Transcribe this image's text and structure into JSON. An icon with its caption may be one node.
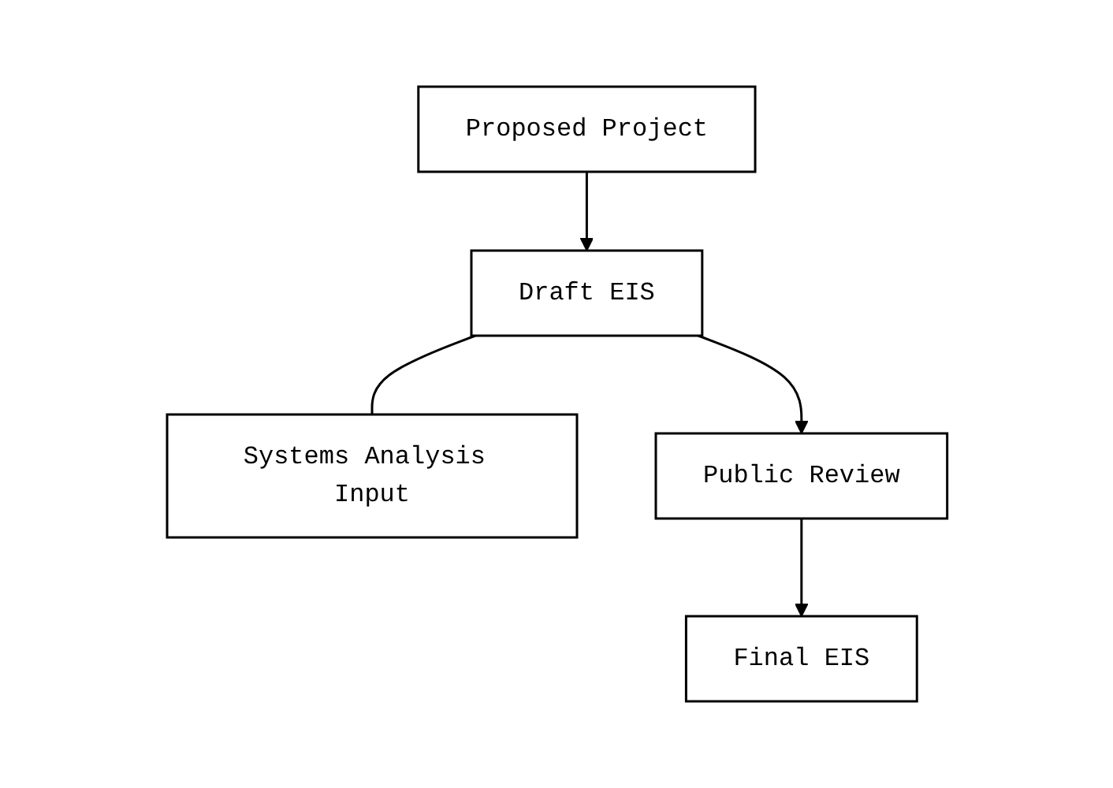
{
  "diagram": {
    "nodes": [
      {
        "text": [
          "Proposed Project"
        ]
      },
      {
        "text": [
          "Draft EIS"
        ]
      },
      {
        "text": [
          "Systems Analysis Input"
        ]
      },
      {
        "text": [
          "Public Review"
        ]
      },
      {
        "text": [
          "Final EIS"
        ]
      }
    ],
    "edges": [
      {
        "from": 0,
        "to": 1,
        "arrow": "to"
      },
      {
        "from": 1,
        "to": 2,
        "arrow": "none"
      },
      {
        "from": 1,
        "to": 3,
        "arrow": "to"
      },
      {
        "from": 3,
        "to": 4,
        "arrow": "to"
      }
    ]
  }
}
